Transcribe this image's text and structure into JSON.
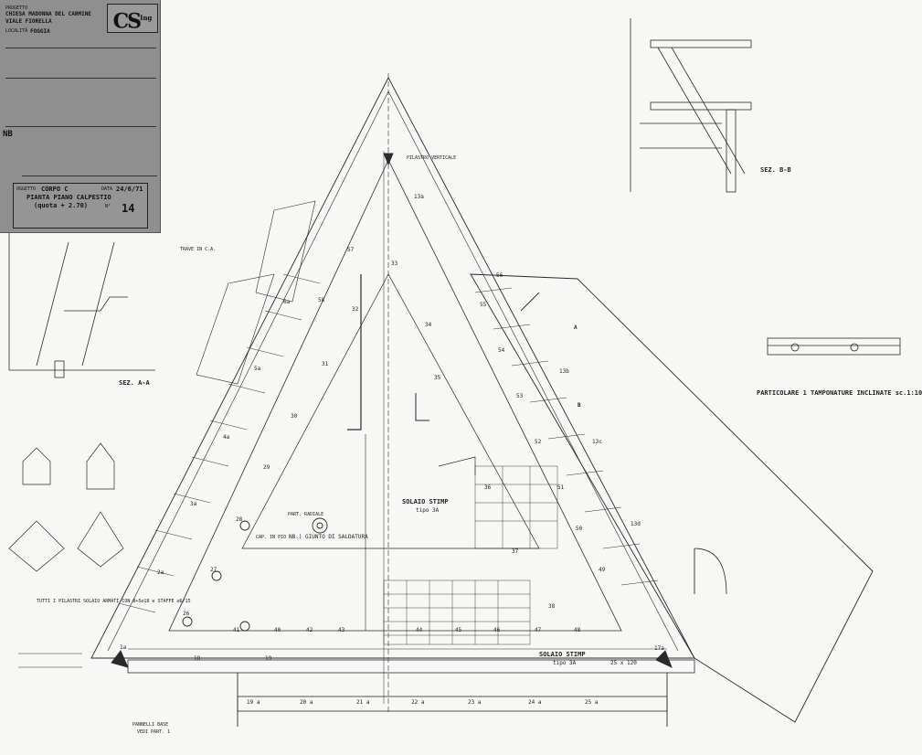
{
  "title_block": {
    "logo": "CS",
    "logo_sup": "Ing",
    "progetto_label": "PROGETTO",
    "progetto_value": "CHIESA MADONNA DEL CARMINE VIALE FIORELLA",
    "localita_label": "LOCALITÀ",
    "localita_value": "FOGGIA",
    "nb_label": "NB",
    "oggetto_label": "OGGETTO",
    "oggetto_value": "CORPO C",
    "pianta_value": "PIANTA PIANO CALPESTIO",
    "quota_value": "(quota + 2.70)",
    "data_label": "DATA",
    "data_value": "24/6/71",
    "sheet_label": "N°",
    "sheet_value": "14"
  },
  "labels": {
    "sez_aa": "SEZ. A-A",
    "sez_bb": "SEZ. B-B",
    "particolare": "PARTICOLARE 1 TAMPONATURE INCLINATE sc.1:10",
    "solaio_top": "SOLAIO STIMP",
    "solaio_top_tipo": "tipo 3A",
    "solaio_bottom": "SOLAIO STIMP",
    "solaio_bottom_tipo": "tipo 3A",
    "nb_note": "NB.) GIUNTO DI SALDATURA",
    "tutti_pilastri": "TUTTI I PILASTRI SOLAIO ARMATI CON 8+5∅18 e STAFFE ∅6/15",
    "pilastro_verticale": "PILASTRO VERTICALE",
    "pannelli": "PANNELLI BASE",
    "vedi_part": "VEDI PART. 1",
    "part_radiale": "PART. RADIALE",
    "cap_pilastro": "CAP. IN PIO",
    "travi_ca": "TRAVE IN C.A."
  },
  "numbers": {
    "n1": "1a",
    "n2": "2a",
    "n3": "3a",
    "n4": "4a",
    "n5": "5a",
    "n6": "6a",
    "n13a": "13a",
    "n13b": "13b",
    "n13c": "13c",
    "n13d": "13d",
    "n17a": "17a",
    "n18": "18",
    "n19": "19",
    "n19a": "19 a",
    "n20a": "20 a",
    "n21a": "21 a",
    "n22a": "22 a",
    "n23a": "23 a",
    "n24a": "24 a",
    "n25a": "25 a",
    "n26": "26",
    "n27": "27",
    "n28": "28",
    "n29": "29",
    "n30": "30",
    "n31": "31",
    "n32": "32",
    "n33": "33",
    "n34": "34",
    "n35": "35",
    "n36": "36",
    "n37": "37",
    "n38": "38",
    "n40": "40",
    "n41": "41",
    "n42": "42",
    "n43": "43",
    "n44": "44",
    "n45": "45",
    "n46": "46",
    "n47": "47",
    "n48": "48",
    "n49": "49",
    "n50": "50",
    "n51": "51",
    "n52": "52",
    "n53": "53",
    "n54": "54",
    "n55": "55",
    "n56": "56",
    "n57": "57",
    "n58": "58",
    "n_a": "A",
    "n_b": "B",
    "dim1": "25 x 120"
  },
  "colors": {
    "ink": "#2a2a2a",
    "paper": "#f7f7f5",
    "title_bg": "#8f8f8f"
  }
}
